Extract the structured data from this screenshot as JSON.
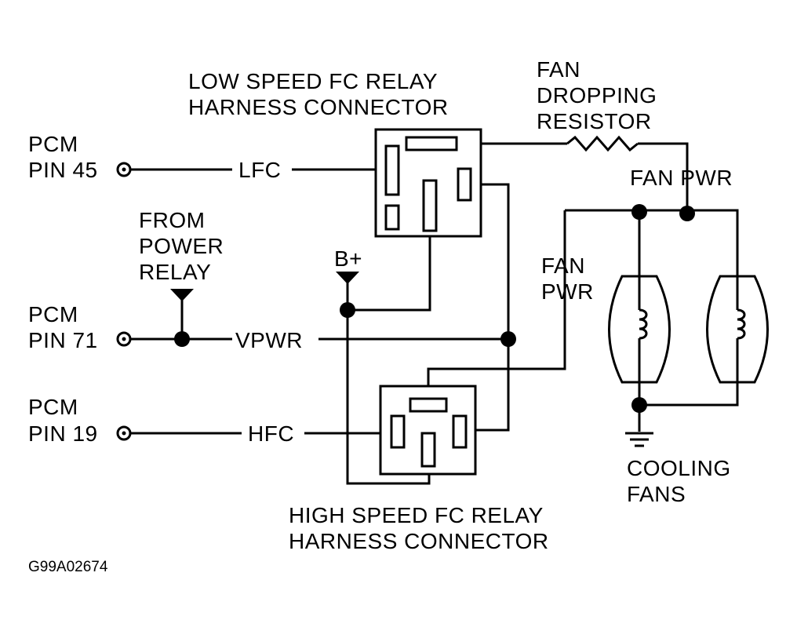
{
  "labels": {
    "low_relay_title_1": "LOW SPEED FC RELAY",
    "low_relay_title_2": "HARNESS CONNECTOR",
    "fan_resistor_1": "FAN",
    "fan_resistor_2": "DROPPING",
    "fan_resistor_3": "RESISTOR",
    "fan_pwr_top": "FAN PWR",
    "pcm45_1": "PCM",
    "pcm45_2": "PIN 45",
    "lfc": "LFC",
    "from_power_relay_1": "FROM",
    "from_power_relay_2": "POWER",
    "from_power_relay_3": "RELAY",
    "b_plus": "B+",
    "fan_pwr_mid_1": "FAN",
    "fan_pwr_mid_2": "PWR",
    "pcm71_1": "PCM",
    "pcm71_2": "PIN 71",
    "vpwr": "VPWR",
    "pcm19_1": "PCM",
    "pcm19_2": "PIN 19",
    "hfc": "HFC",
    "cooling_fans_1": "COOLING",
    "cooling_fans_2": "FANS",
    "high_relay_title_1": "HIGH SPEED FC RELAY",
    "high_relay_title_2": "HARNESS CONNECTOR",
    "figure_id": "G99A02674"
  }
}
